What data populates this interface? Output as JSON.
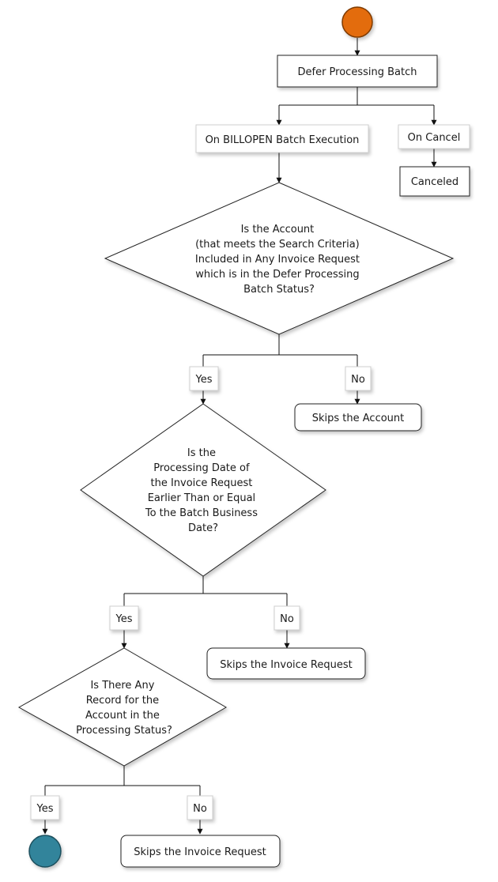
{
  "colors": {
    "start_node": "#e36c0a",
    "end_node": "#31849b",
    "stroke": "#222222"
  },
  "nodes": {
    "defer_batch": "Defer Processing Batch",
    "on_billopen": "On BILLOPEN Batch Execution",
    "on_cancel": "On Cancel",
    "canceled": "Canceled",
    "decision1": [
      "Is the Account",
      "(that meets the Search Criteria)",
      "Included in Any Invoice Request",
      "which is in the Defer Processing",
      "Batch Status?"
    ],
    "yes1": "Yes",
    "no1": "No",
    "skip_account": "Skips the Account",
    "decision2": [
      "Is the",
      "Processing Date of",
      "the Invoice Request",
      "Earlier Than or Equal",
      "To the Batch Business",
      "Date?"
    ],
    "yes2": "Yes",
    "no2": "No",
    "skip_invoice_1": "Skips the Invoice Request",
    "decision3": [
      "Is There Any",
      "Record for the",
      "Account in the",
      "Processing Status?"
    ],
    "yes3": "Yes",
    "no3": "No",
    "skip_invoice_2": "Skips the Invoice Request"
  }
}
